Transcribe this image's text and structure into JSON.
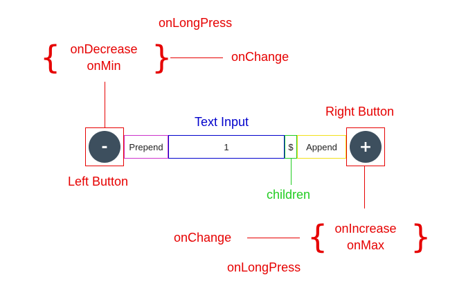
{
  "top": {
    "long_press": "onLongPress",
    "decrease": "onDecrease",
    "min": "onMin",
    "change": "onChange"
  },
  "middle": {
    "text_input_label": "Text Input",
    "right_button_label": "Right Button",
    "left_button_label": "Left Button",
    "children_label": "children",
    "minus": "-",
    "plus": "+",
    "prepend": "Prepend",
    "value": "1",
    "child": "$",
    "append": "Append"
  },
  "bottom": {
    "change": "onChange",
    "increase": "onIncrease",
    "max": "onMax",
    "long_press": "onLongPress"
  },
  "braces": {
    "open": "{",
    "close": "}"
  },
  "colors": {
    "red": "#e60000",
    "blue": "#0000cc",
    "green": "#22cc22",
    "purple": "#cc33cc",
    "yellow": "#f2e01a",
    "button": "#3d4f5e"
  }
}
